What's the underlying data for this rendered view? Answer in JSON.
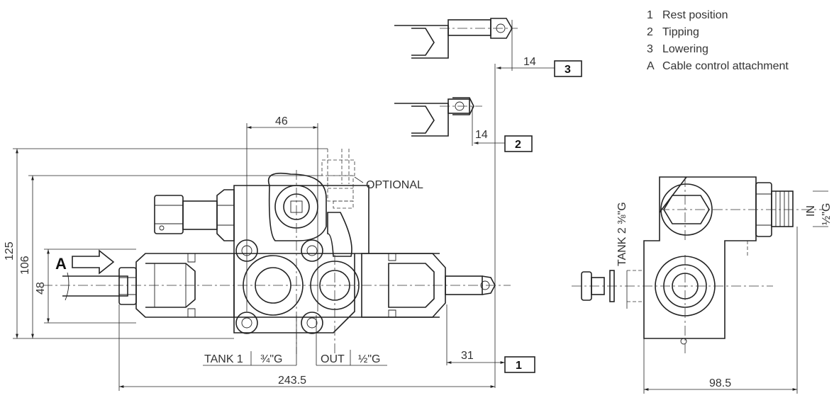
{
  "legend": [
    {
      "key": "1",
      "text": "Rest position"
    },
    {
      "key": "2",
      "text": "Tipping"
    },
    {
      "key": "3",
      "text": "Lowering"
    },
    {
      "key": "A",
      "text": "Cable control attachment"
    }
  ],
  "dimensions": {
    "width_46": "46",
    "height_125": "125",
    "height_106": "106",
    "height_48": "48",
    "length_243_5": "243.5",
    "offset_31": "31",
    "offset_14_tipping": "14",
    "offset_14_lowering": "14",
    "side_width_98_5": "98.5"
  },
  "labels": {
    "optional": "OPTIONAL",
    "cable_attachment": "A",
    "tank1": "TANK 1",
    "tank1_thread": "¾\"G",
    "out": "OUT",
    "out_thread": "½\"G",
    "tank2_side": "TANK 2  ⅜\"G",
    "in_side": "IN",
    "in_thread": "½\"G"
  },
  "positions": {
    "rest": "1",
    "tipping": "2",
    "lowering": "3"
  }
}
